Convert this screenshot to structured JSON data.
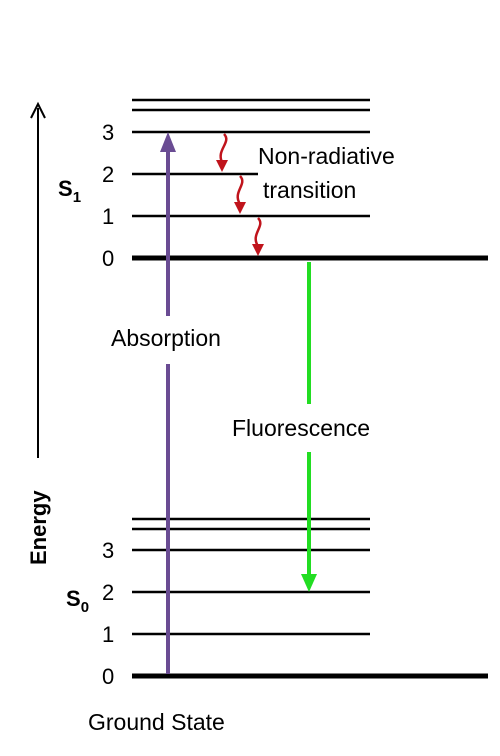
{
  "diagram": {
    "energy_axis_label": "Energy",
    "s1": {
      "state_label": "S",
      "state_subscript": "1",
      "levels": [
        "3",
        "2",
        "1",
        "0"
      ]
    },
    "s0": {
      "state_label": "S",
      "state_subscript": "0",
      "levels": [
        "3",
        "2",
        "1",
        "0"
      ]
    },
    "non_radiative_line1": "Non-radiative",
    "non_radiative_line2": "transition",
    "absorption_label": "Absorption",
    "fluorescence_label": "Fluorescence",
    "ground_state_label": "Ground State",
    "colors": {
      "absorption": "#6a4c93",
      "fluorescence": "#22dd22",
      "non_radiative": "#c0141c",
      "lines": "#000000"
    }
  }
}
